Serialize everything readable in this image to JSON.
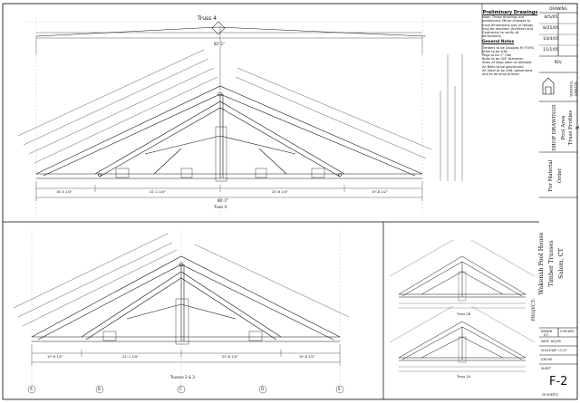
{
  "sheet": {
    "preliminary_title": "Preliminary Drawings",
    "preliminary_note": "Note: These drawings are preliminary. Minor changes to truss dimensions and or design may be required. Architect and Contractor to verify all dimensions.",
    "general_notes_title": "General Notes",
    "general_notes": [
      "Timbers to be Douglas Fir FOHC",
      "Steel to be A36",
      "Pegs to be 1\" Oak",
      "Bolts to be 3/4\" diameter",
      "Sizes of shop steel as detailed",
      "All Bolts to be galvanized",
      "All Steel to be A36, galvanized and to be shop primed"
    ],
    "dates": [
      "8/5/05",
      "8/25/05",
      "10/4/05",
      "11/1/05"
    ],
    "revision_label": "REV.",
    "drawing_label": "DRAWING",
    "company_lines": [
      "TIMBER",
      "WORKS"
    ],
    "shop_drawings": "SHOP DRAWINGS",
    "drawing_subject_lines": [
      "Pool Area",
      "Truss Profiles",
      "X"
    ],
    "for_material": [
      "For Material",
      "Order"
    ],
    "project_label": "PROJECT:",
    "project_lines": [
      "Wakenah Pool House",
      "Timber Trusses",
      "Salem, CT"
    ],
    "drawn_by": "DRAWN",
    "drawn_by_value": "E.F.",
    "checked": "CHECKED",
    "date_label": "DATE",
    "date_value": "6/2/05",
    "scale_label": "SCALE",
    "scale_value": "3/8\"=1'-0\"",
    "job_no": "JOB NO.",
    "sheet_label": "SHEET",
    "sheet_number": "F-2",
    "sheets_of": "OF  SHEETS"
  },
  "views": {
    "main_truss_title": "Truss 4",
    "main_truss_view": "Truss 4",
    "lower_left_view": "Trusses 2 & 3",
    "right_upper_view": "Truss 1B",
    "right_lower_view": "Truss 1A",
    "overall_dim_top": "82'-1\"",
    "overall_dim_bottom": "80'-1\"",
    "bottom_segments_top": [
      "18'-0 1/4\"",
      "22'-1 1/4\"",
      "20'-6 1/4\"",
      "19'-8 1/2\""
    ],
    "bottom_segments_lower": [
      "19'-6 1/2\"",
      "22'-1 1/4\"",
      "20'-6 1/4\"",
      "19'-8 1/2\""
    ],
    "grid_markers": [
      "A",
      "B",
      "C",
      "D",
      "E"
    ]
  },
  "colors": {
    "line": "#111111",
    "dim": "#333333",
    "hatch": "#555555",
    "grid": "#999999"
  }
}
